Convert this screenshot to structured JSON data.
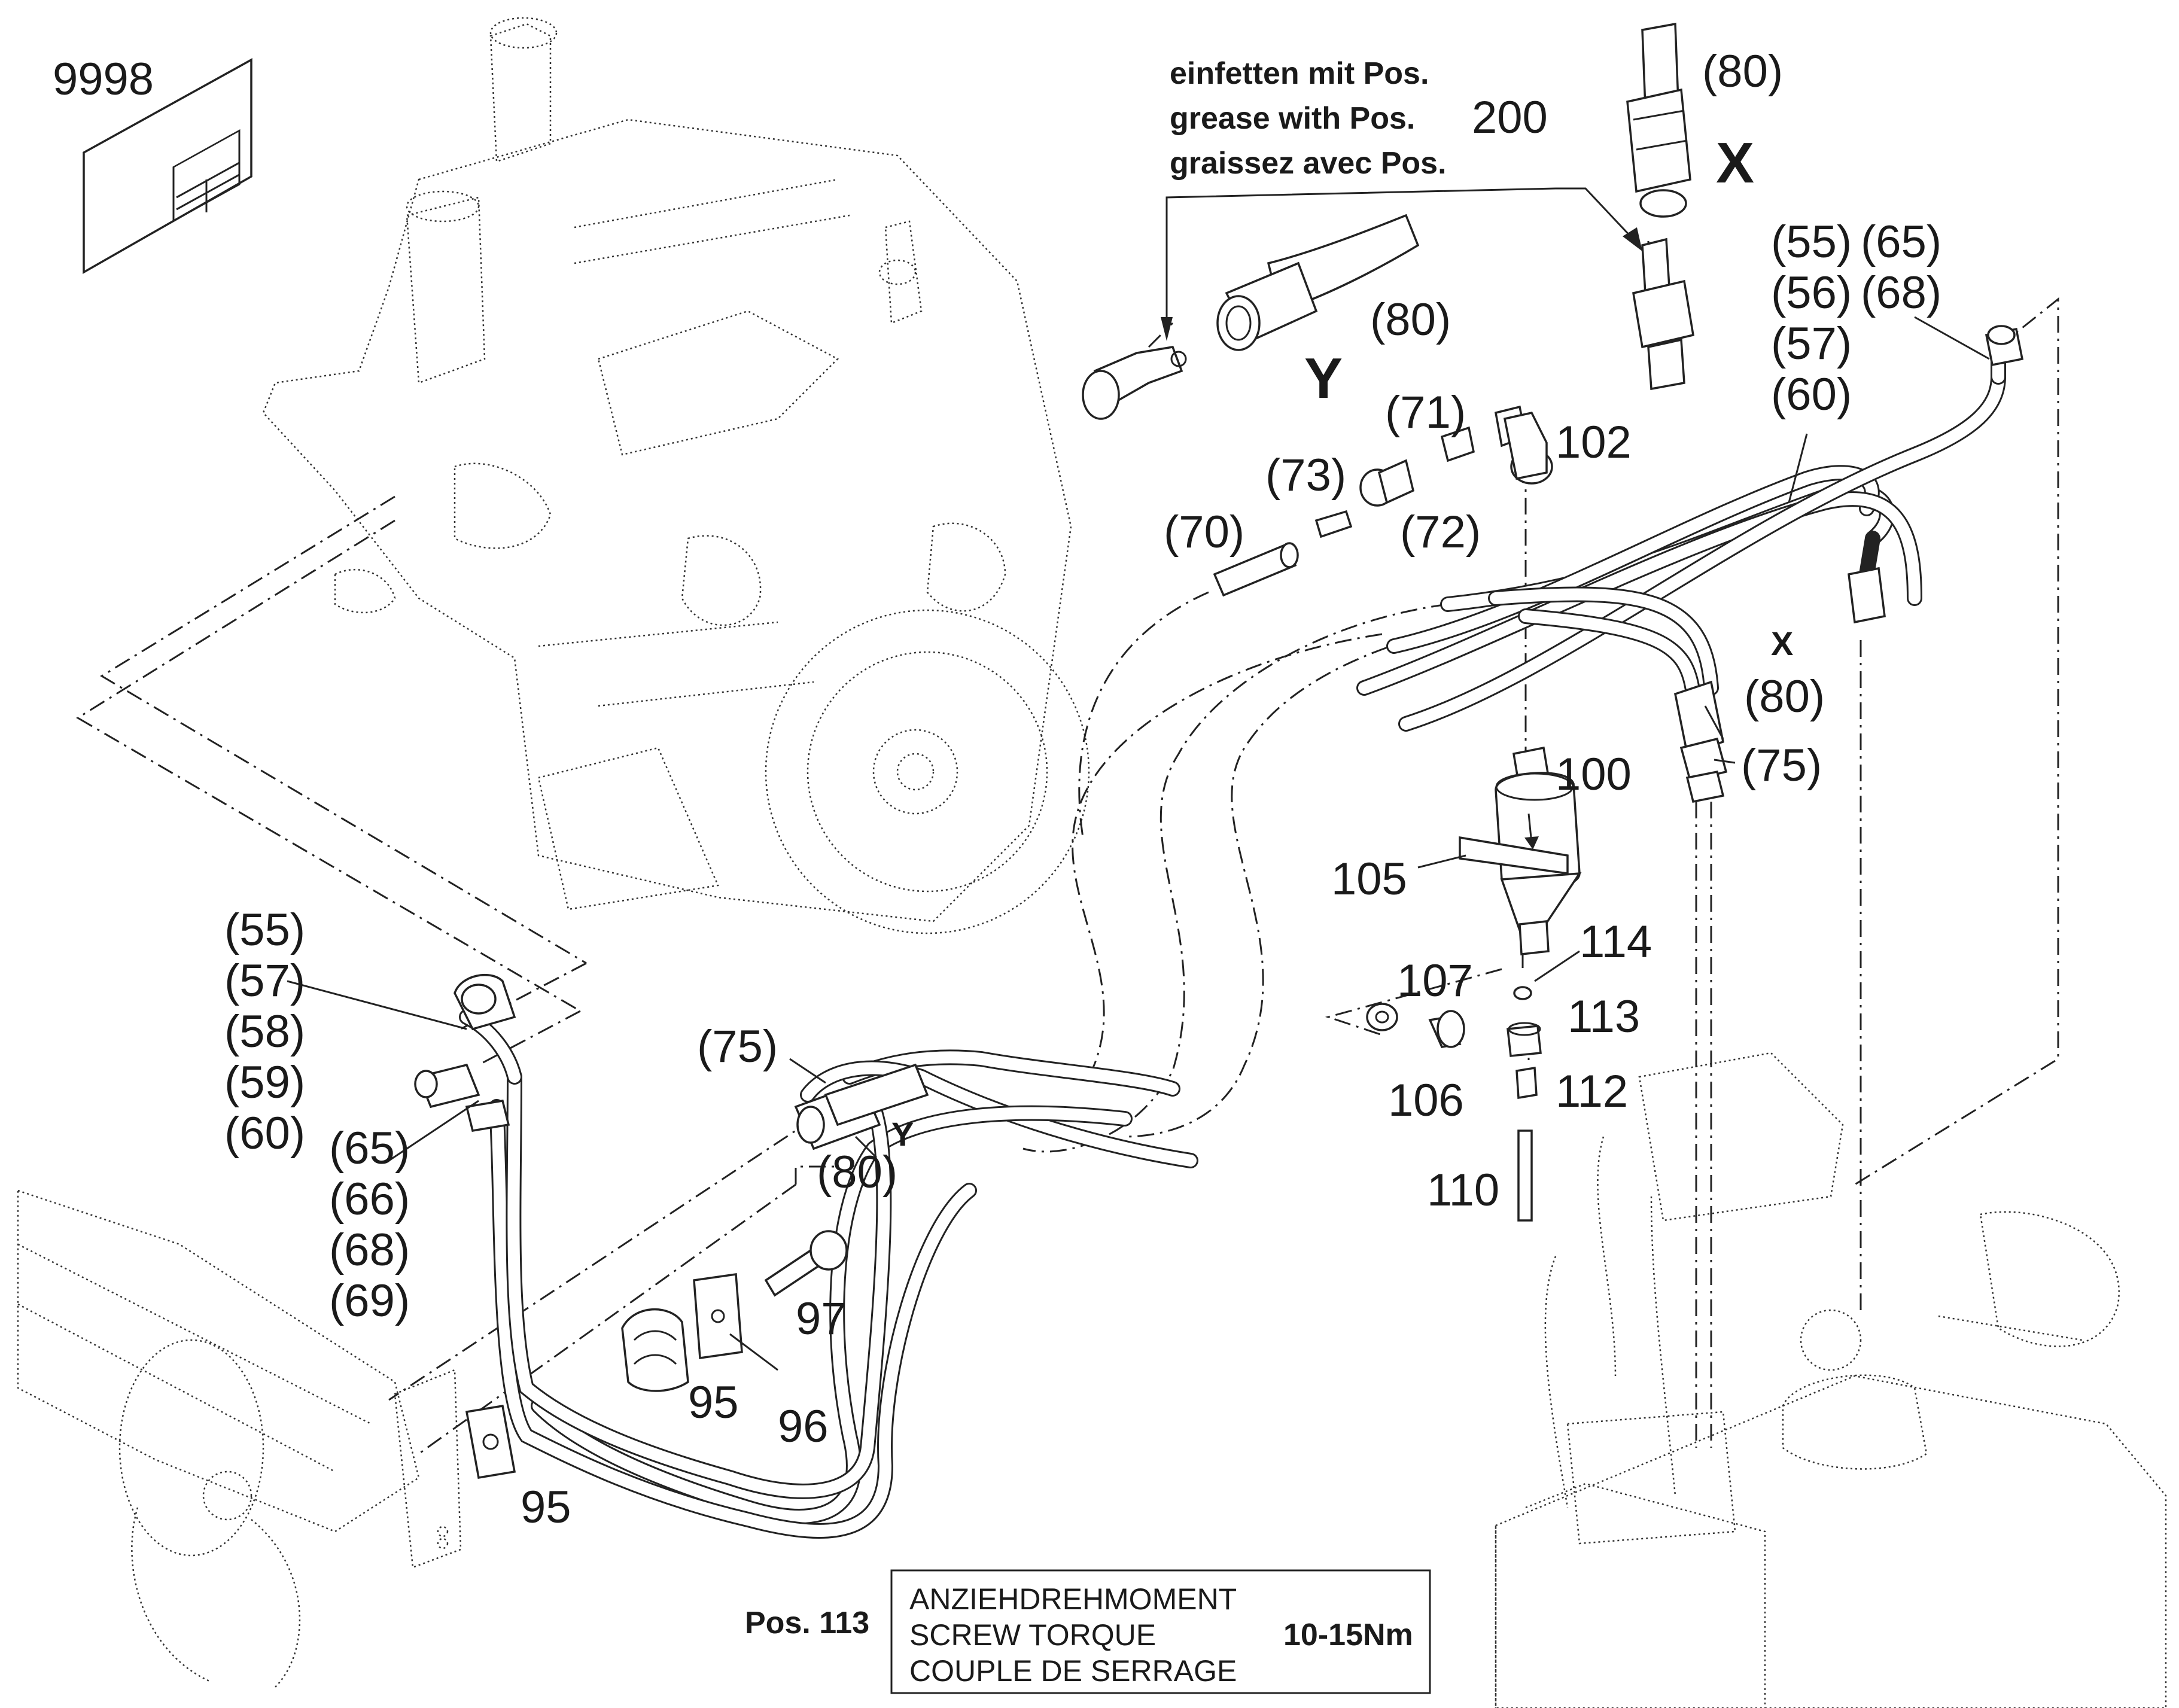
{
  "sheet_number": "9998",
  "grease_note": {
    "line1": "einfetten mit Pos.",
    "line2": "grease with Pos.",
    "line3": "graissez avec Pos.",
    "position": "200"
  },
  "detail_letters": {
    "x_big": "X",
    "y_big": "Y",
    "x_small": "X",
    "y_small": "Y"
  },
  "callouts": {
    "c80_top": "(80)",
    "c80_y": "(80)",
    "c80_right": "(80)",
    "c80_left": "(80)",
    "c55_r": "(55)",
    "c65_r": "(65)",
    "c56_r": "(56)",
    "c68_r": "(68)",
    "c57_r": "(57)",
    "c60_r": "(60)",
    "c71": "(71)",
    "c102": "102",
    "c73": "(73)",
    "c72": "(72)",
    "c70": "(70)",
    "c100": "100",
    "c75_r": "(75)",
    "c105": "105",
    "c114": "114",
    "c107": "107",
    "c113": "113",
    "c106": "106",
    "c112": "112",
    "c110": "110",
    "c75_l": "(75)",
    "c55_l": "(55)",
    "c57_l": "(57)",
    "c58_l": "(58)",
    "c59_l": "(59)",
    "c60_l": "(60)",
    "c65_l": "(65)",
    "c66_l": "(66)",
    "c68_l": "(68)",
    "c69_l": "(69)",
    "c97": "97",
    "c95_a": "95",
    "c96": "96",
    "c95_b": "95"
  },
  "torque_table": {
    "pos_label": "Pos. 113",
    "line1": "ANZIEHDREHMOMENT",
    "line2": "SCREW TORQUE",
    "line3": "COUPLE DE SERRAGE",
    "value": "10-15Nm"
  }
}
